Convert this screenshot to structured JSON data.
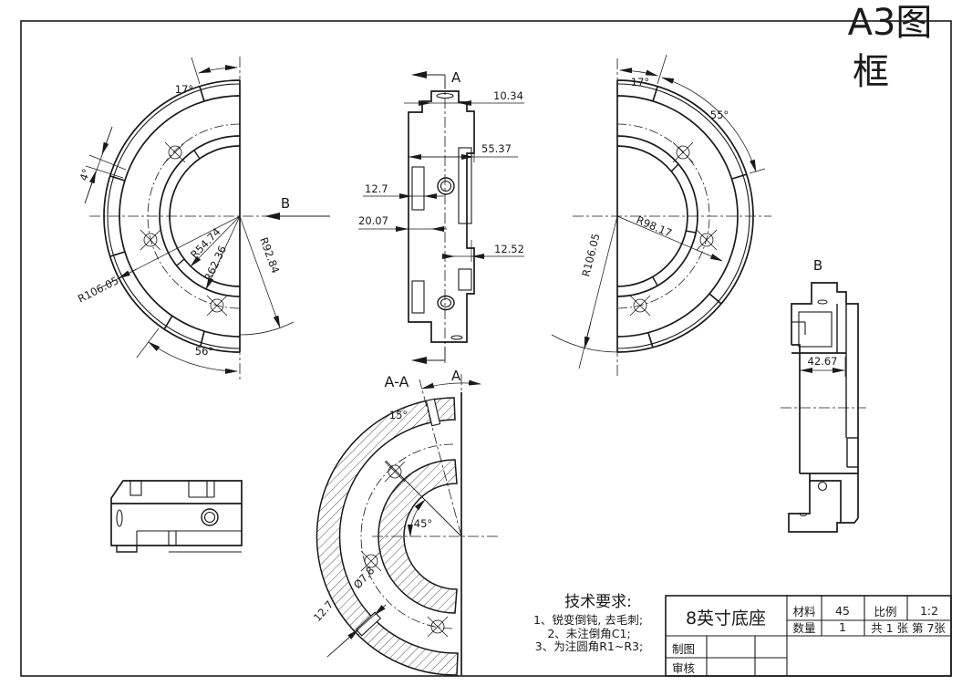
{
  "frame": {
    "label1": "A3图",
    "label2": "框"
  },
  "left_view": {
    "b_label": "B",
    "angle_top": "17°",
    "angle_left": "4°",
    "angle_bottom": "56°",
    "r_inner": "R54.74",
    "r_inner2": "R62.36",
    "r_mid": "R92.84",
    "r_outer": "R106.05"
  },
  "front_view": {
    "section_label_top": "A",
    "section_label_bottom": "A",
    "dim_top": "10.34",
    "dim_width": "55.37",
    "dim_tab": "12.7",
    "dim_step": "20.07",
    "dim_notch": "12.52"
  },
  "right_view": {
    "angle_top": "17°",
    "angle_side": "55°",
    "r_mid": "R98.17",
    "r_outer": "R106.05"
  },
  "b_view": {
    "label": "B",
    "dim_width": "42.67"
  },
  "section_view": {
    "label": "A-A",
    "angle_top": "15°",
    "angle_mid": "45°",
    "hole_dia": "Ø7.8",
    "dim_thickness": "12.7"
  },
  "tech_req": {
    "title": "技术要求:",
    "line1": "1、锐变倒钝, 去毛刺;",
    "line2": "2、未注倒角C1;",
    "line3": "3、为注圆角R1~R3;"
  },
  "title_block": {
    "part_name": "8英寸底座",
    "material_label": "材料",
    "material_value": "45",
    "scale_label": "比例",
    "scale_value": "1:2",
    "qty_label": "数量",
    "qty_value": "1",
    "sheet_info": "共 1 张  第 7张",
    "draft_label": "制图",
    "check_label": "审核"
  }
}
